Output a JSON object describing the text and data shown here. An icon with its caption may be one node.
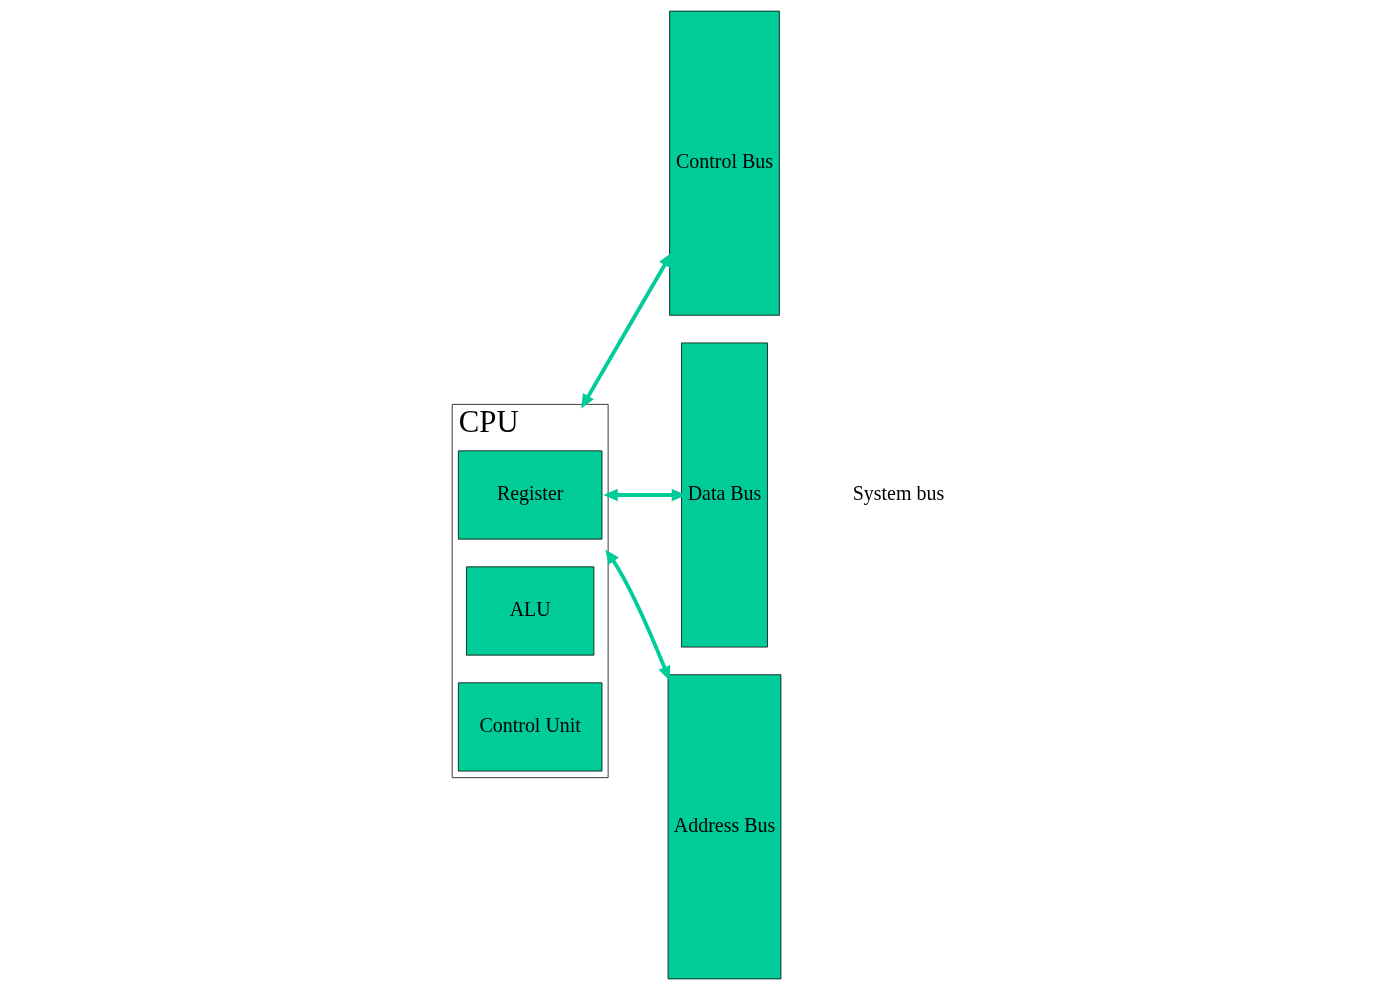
{
  "diagram": {
    "nodes": [
      {
        "text": [
          "CPU"
        ]
      },
      {
        "text": [
          "Register"
        ],
        "in": 0
      },
      {
        "text": [
          "ALU"
        ],
        "in": 0
      },
      {
        "text": [
          "Control Unit"
        ],
        "in": 0
      },
      {
        "text": [
          "Control Bus"
        ]
      },
      {
        "text": [
          "Data Bus"
        ]
      },
      {
        "text": [
          "Address Bus"
        ]
      }
    ],
    "edges": [
      {
        "from": 0,
        "to": 4,
        "arrow": "both"
      },
      {
        "from": 0,
        "to": 5,
        "arrow": "both"
      },
      {
        "from": 0,
        "to": 6,
        "arrow": "both"
      }
    ],
    "labels": [
      "System bus"
    ]
  }
}
